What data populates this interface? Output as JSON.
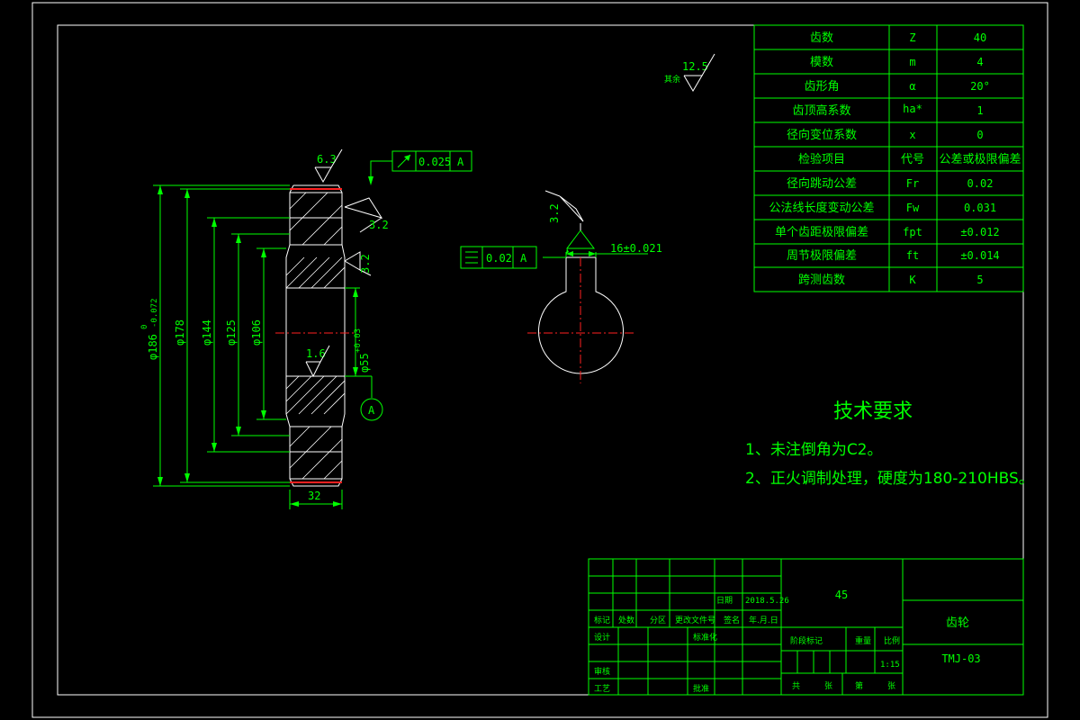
{
  "params_table": {
    "rows": [
      {
        "name": "齿数",
        "symbol": "Z",
        "value": "40"
      },
      {
        "name": "模数",
        "symbol": "m",
        "value": "4"
      },
      {
        "name": "齿形角",
        "symbol": "α",
        "value": "20°"
      },
      {
        "name": "齿顶高系数",
        "symbol": "ha*",
        "value": "1"
      },
      {
        "name": "径向变位系数",
        "symbol": "x",
        "value": "0"
      },
      {
        "name": "检验项目",
        "symbol": "代号",
        "value": "公差或极限偏差"
      },
      {
        "name": "径向跳动公差",
        "symbol": "Fr",
        "value": "0.02"
      },
      {
        "name": "公法线长度变动公差",
        "symbol": "Fw",
        "value": "0.031"
      },
      {
        "name": "单个齿距极限偏差",
        "symbol": "fpt",
        "value": "±0.012"
      },
      {
        "name": "周节极限偏差",
        "symbol": "ft",
        "value": "±0.014"
      },
      {
        "name": "跨测齿数",
        "symbol": "K",
        "value": "5"
      }
    ]
  },
  "surface_finish": {
    "rest_label": "其余",
    "rest_value": "12.5"
  },
  "gear_section": {
    "roughness_top": "6.3",
    "roughness_face1": "3.2",
    "roughness_face2": "3.2",
    "roughness_bore": "1.6",
    "runout_value": "0.025",
    "runout_datum": "A",
    "dims": {
      "d186": "φ186",
      "d186_tol_upper": "0",
      "d186_tol_lower": "-0.072",
      "d178": "φ178",
      "d144": "φ144",
      "d125": "φ125",
      "d106": "φ106",
      "d55": "φ55",
      "d55_tol": "+0.03",
      "width": "32"
    },
    "datum_label": "A"
  },
  "keyway_view": {
    "roughness": "3.2",
    "symmetry_value": "0.02",
    "symmetry_datum": "A",
    "key_width": "16±0.021"
  },
  "tech_req": {
    "title": "技术要求",
    "items": [
      "1、未注倒角为C2。",
      "2、正火调制处理，硬度为180-210HBS。"
    ]
  },
  "title_block": {
    "material": "45",
    "part_name": "齿轮",
    "drawing_no": "TMJ-03",
    "scale_label": "比例",
    "scale": "1:15",
    "weight_label": "重量",
    "stage_label": "阶段标记",
    "date_label": "日期",
    "date": "2018.5.26",
    "sheet_labels": [
      "共",
      "张",
      "第",
      "张"
    ],
    "row_labels": [
      "标记",
      "处数",
      "分区",
      "更改文件号",
      "签名",
      "年.月.日"
    ],
    "design_label": "设计",
    "std_label": "标准化",
    "review_label": "审核",
    "process_label": "工艺",
    "approve_label": "批准"
  }
}
